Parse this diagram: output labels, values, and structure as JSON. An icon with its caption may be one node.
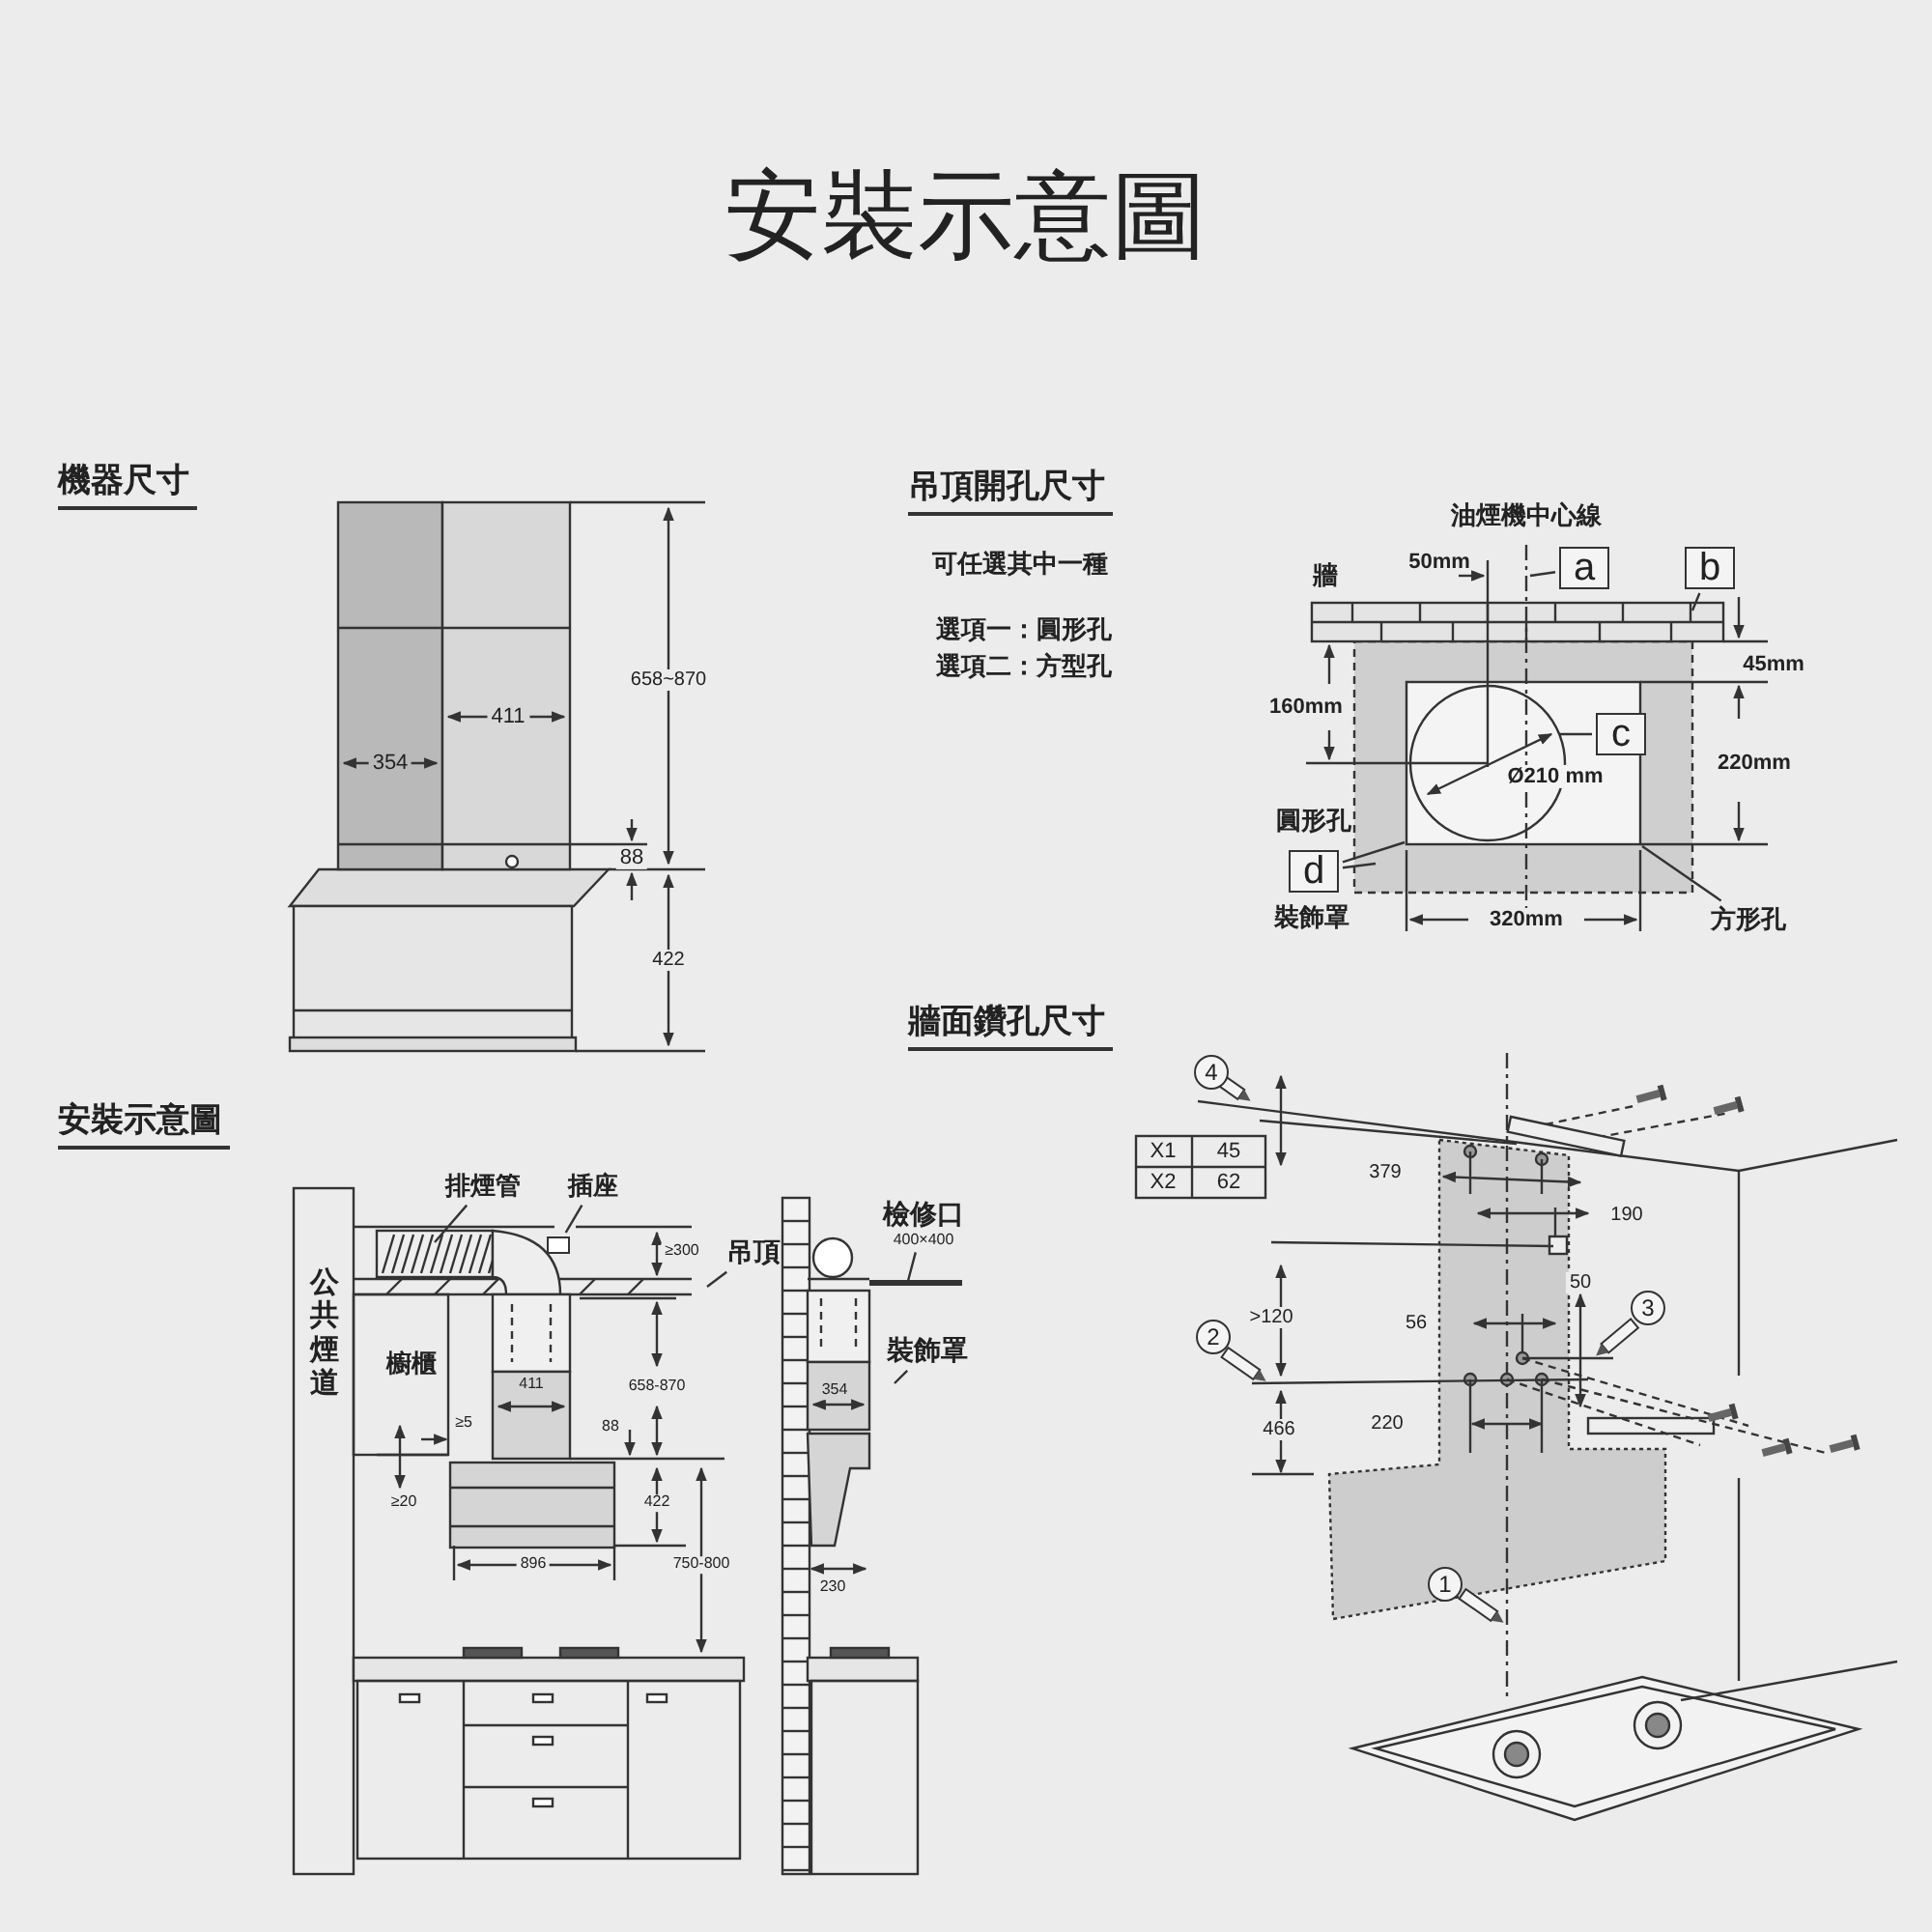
{
  "diagram": {
    "title": "安裝示意圖",
    "nodes": [
      {
        "text": [
          "a"
        ]
      },
      {
        "text": [
          "b"
        ]
      },
      {
        "text": [
          "c"
        ]
      },
      {
        "text": [
          "d"
        ],
        "beside": [
          "裝飾罩"
        ]
      },
      {
        "text": [
          "方形孔"
        ]
      },
      {
        "text": [
          "排煙管"
        ]
      },
      {
        "text": [
          "插座"
        ]
      },
      {
        "text": [
          "吊頂"
        ]
      },
      {
        "text": [
          "裝飾罩"
        ]
      },
      {
        "text": [
          "檢修口",
          "400×400"
        ]
      },
      {
        "text": [],
        "shape": "box"
      }
    ],
    "edges": [
      {
        "from": 0,
        "to": null,
        "arrow": "none"
      },
      {
        "from": 1,
        "to": null,
        "arrow": "none"
      },
      {
        "from": 2,
        "to": null,
        "arrow": "none"
      },
      {
        "from": 3,
        "to": null,
        "arrow": "none"
      },
      {
        "from": 3,
        "to": null,
        "arrow": "none"
      },
      {
        "from": 4,
        "to": null,
        "arrow": "none"
      },
      {
        "from": 5,
        "to": null,
        "arrow": "none"
      },
      {
        "from": 6,
        "to": 10,
        "arrow": "none"
      },
      {
        "from": 7,
        "to": null,
        "arrow": "none"
      },
      {
        "from": 8,
        "to": null,
        "arrow": "none"
      },
      {
        "from": 9,
        "to": null,
        "arrow": "none"
      }
    ],
    "labels": [
      "機器尺寸",
      "658~870",
      "411",
      "354",
      "88",
      "422",
      "吊頂開孔尺寸",
      "可任選其中一種",
      "選項一：圓形孔",
      "選項二：方型孔",
      "油煙機中心線",
      "牆",
      "50mm",
      "45mm",
      "160mm",
      "220mm",
      "Ø210 mm",
      "圓形孔",
      "320mm",
      "牆面鑽孔尺寸",
      "4",
      "X1",
      "45",
      "X2",
      "62",
      "379",
      "190",
      ">120",
      "56",
      "50",
      "2",
      "3",
      "466",
      "220",
      "1",
      "安裝示意圖",
      "公共煙道",
      "櫥櫃",
      "≥300",
      "411",
      "658-870",
      "≥5",
      "88",
      "≥20",
      "422",
      "896",
      "750-800",
      "354",
      "230"
    ]
  }
}
